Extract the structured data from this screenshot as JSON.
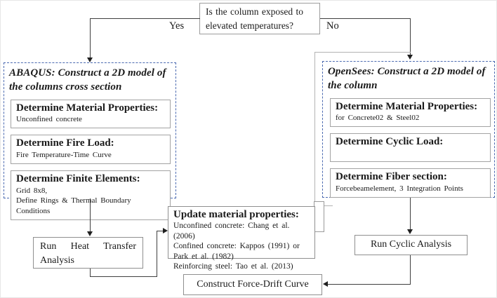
{
  "question": {
    "text": "Is the column exposed to elevated temperatures?",
    "yes_label": "Yes",
    "no_label": "No"
  },
  "left_branch": {
    "title": "ABAQUS: Construct a 2D model of the columns cross section",
    "steps": [
      {
        "heading": "Determine Material Properties:",
        "detail": "Unconfined  concrete"
      },
      {
        "heading": "Determine Fire Load:",
        "detail": "Fire Temperature-Time  Curve"
      },
      {
        "heading": "Determine Finite Elements:",
        "detail": "Grid  8x8,\nDefine Rings & Thermal Boundary  Conditions"
      }
    ],
    "action": "Run Heat Transfer Analysis"
  },
  "right_branch": {
    "title": "OpenSees: Construct a 2D model of the column",
    "steps": [
      {
        "heading": "Determine Material Properties:",
        "detail": "for Concrete02  &  Steel02"
      },
      {
        "heading": "Determine Cyclic Load:",
        "detail": ""
      },
      {
        "heading": "Determine Fiber section:",
        "detail": "Forcebeamelement,  3 Integration  Points"
      }
    ],
    "action": "Run Cyclic Analysis"
  },
  "update_box": {
    "heading": "Update material properties:",
    "lines": [
      "Unconfined  concrete:  Chang  et al.  (2006)",
      "Confined  concrete:  Kappos  (1991)  or  Park et al. (1982)",
      "Reinforcing  steel: Tao et al.  (2013)"
    ]
  },
  "final_box": {
    "label": "Construct Force-Drift Curve"
  },
  "colors": {
    "dashed_border": "#4a69b0",
    "box_border": "#8f8f8f",
    "connector": "#3f3f3f",
    "text": "#1a1a1a"
  }
}
